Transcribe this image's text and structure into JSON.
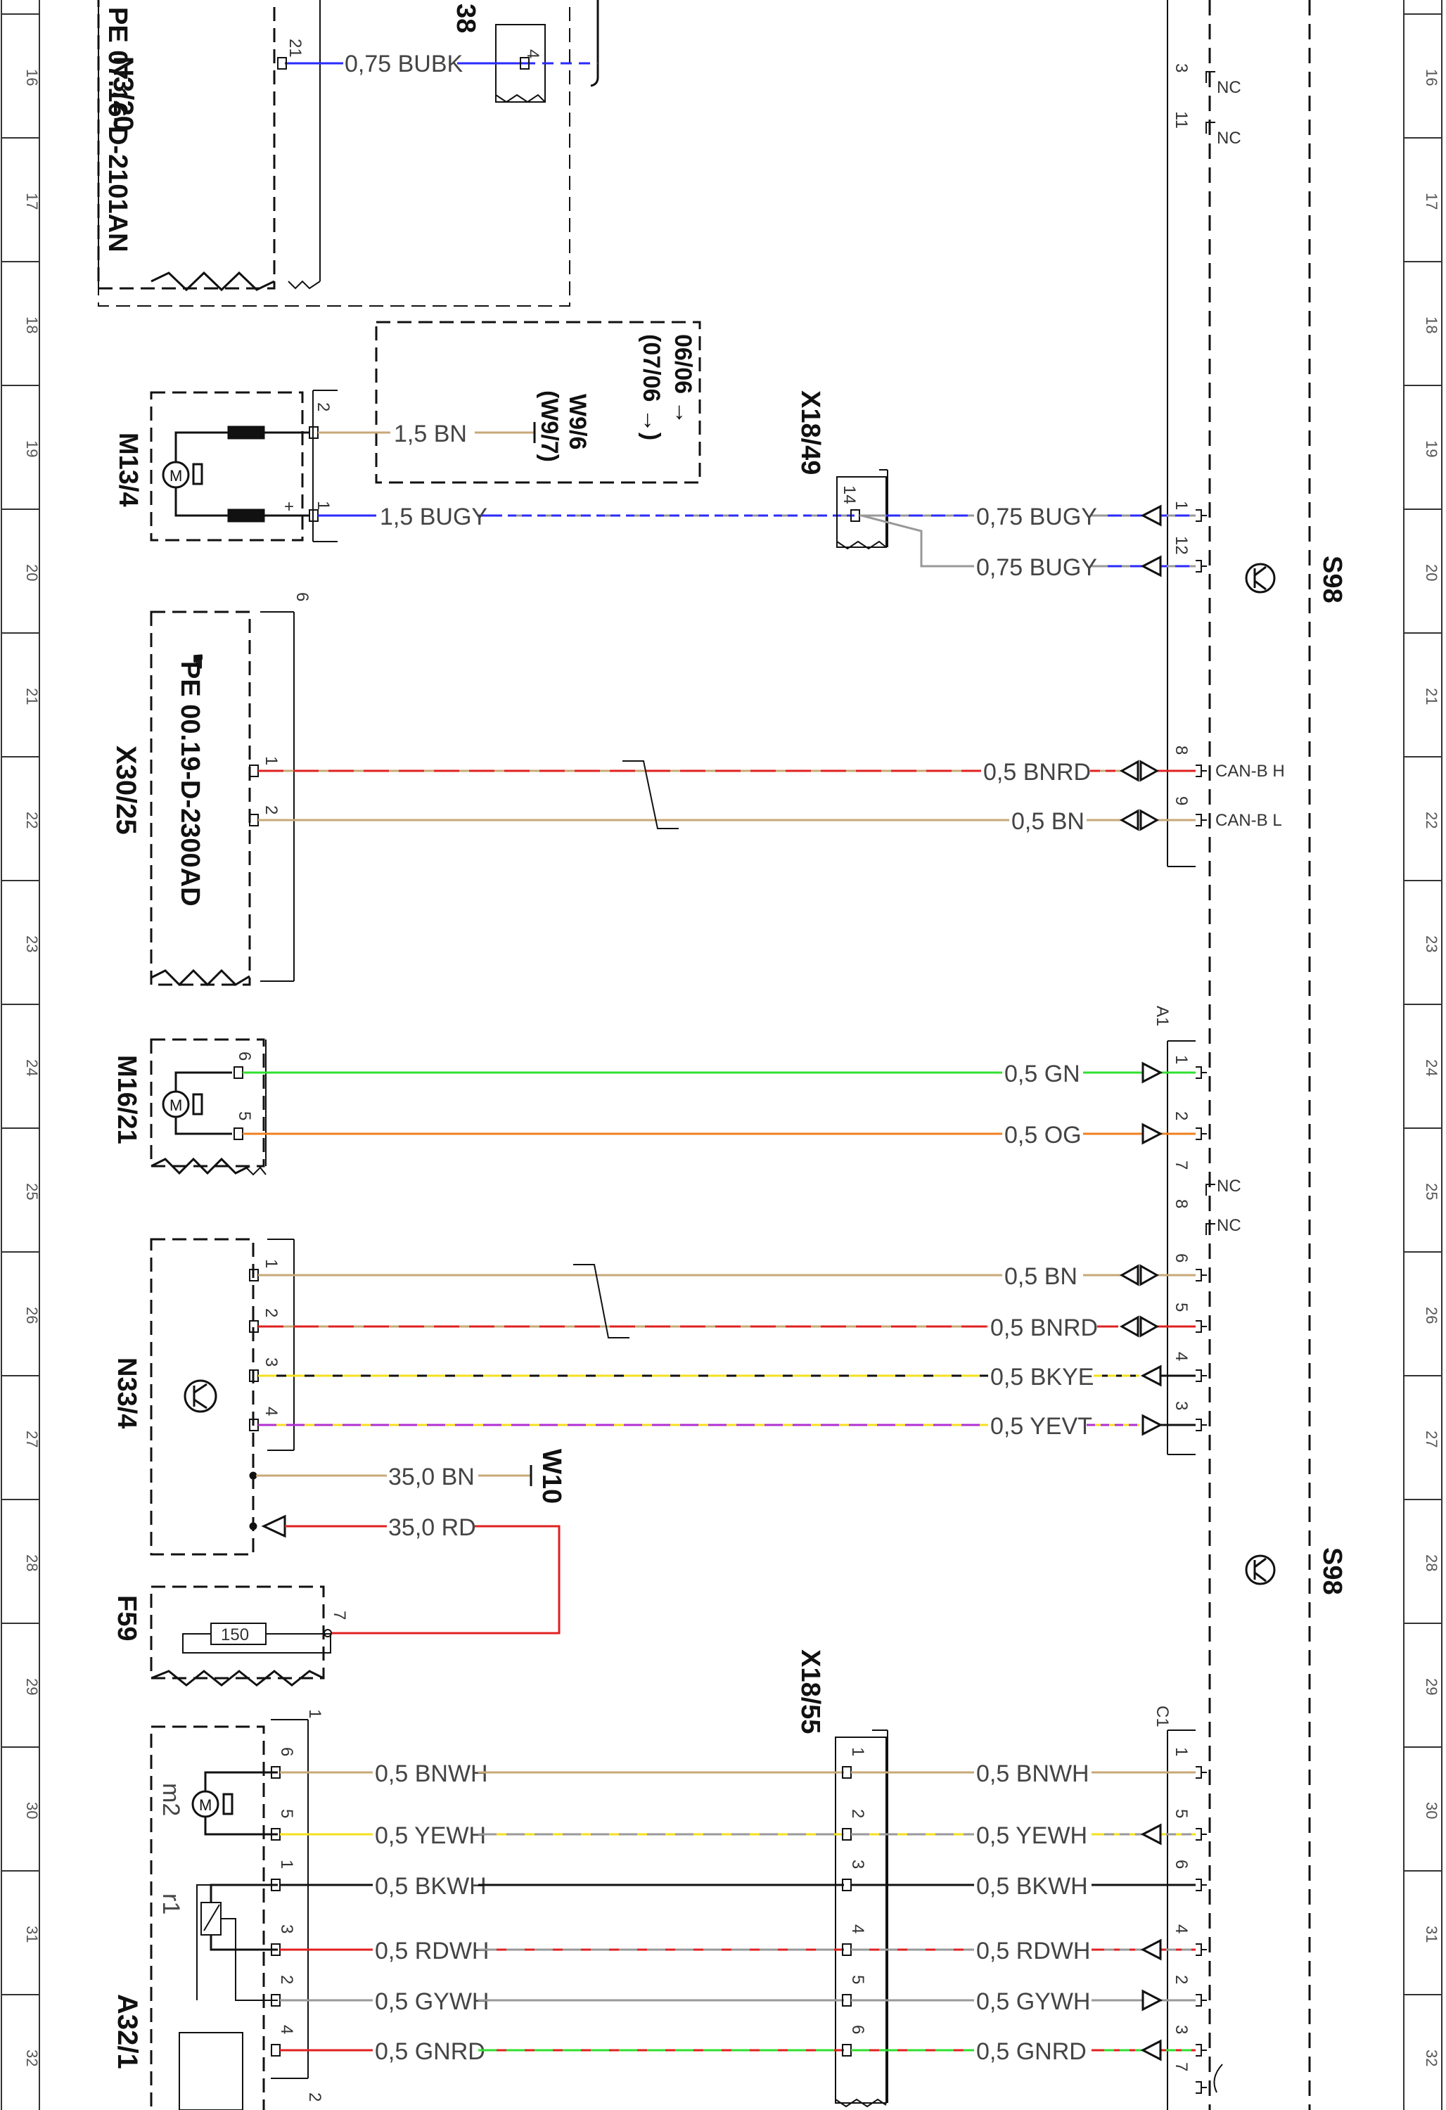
{
  "grid_numbers": [
    "16",
    "17",
    "18",
    "19",
    "20",
    "21",
    "22",
    "23",
    "24",
    "25",
    "26",
    "27",
    "28",
    "29",
    "30",
    "31",
    "32"
  ],
  "components": {
    "n3_20": {
      "id": "N3/20",
      "ref": "PE 07.16-D-2101AN"
    },
    "top_38": "38",
    "m13_4": "M13/4",
    "x30_25": {
      "id": "X30/25",
      "ref": "PE 00.19-D-2300AD",
      "note_num": "6"
    },
    "m16_21": "M16/21",
    "n33_4": "N33/4",
    "f59": {
      "id": "F59",
      "value": "150",
      "pin": "7"
    },
    "a32_1": {
      "id": "A32/1",
      "m2": "m2",
      "r1": "r1",
      "num": "1",
      "bottom_num": "2"
    },
    "x18_49": "X18/49",
    "x18_55": "X18/55",
    "w9": {
      "line1": "W9/6",
      "line2": "(W9/7)",
      "line3": "(07/06 →)",
      "line4": "06/06 →"
    },
    "w10": "W10",
    "s98_a": "S98",
    "s98_b": "S98",
    "a1": "A1",
    "c1": "C1"
  },
  "wires": {
    "bubk": "0,75 BUBK",
    "m13_bn": "1,5 BN",
    "m13_bugy": "1,5 BUGY",
    "bugy1": "0,75 BUGY",
    "bugy2": "0,75 BUGY",
    "can_h_wire": "0,5 BNRD",
    "can_l_wire": "0,5 BN",
    "gn": "0,5 GN",
    "og": "0,5 OG",
    "n33_bn": "0,5 BN",
    "n33_bnrd": "0,5 BNRD",
    "n33_bkye": "0,5 BKYE",
    "n33_yevt": "0,5 YEVT",
    "w10_bn": "35,0 BN",
    "rd35": "35,0 RD",
    "a32_l": [
      "0,5 BNWH",
      "0,5 YEWH",
      "0,5 BKWH",
      "0,5 RDWH",
      "0,5 GYWH",
      "0,5 GNRD"
    ],
    "a32_r": [
      "0,5 BNWH",
      "0,5 YEWH",
      "0,5 BKWH",
      "0,5 RDWH",
      "0,5 GYWH",
      "0,5 GNRD"
    ]
  },
  "pins": {
    "n3_21": "21",
    "top_4": "4",
    "s98_3": "3",
    "s98_11": "11",
    "nc": "NC",
    "m13_2": "2",
    "m13_1": "1",
    "m13_plus": "+",
    "x18_49_14": "14",
    "s98_1": "1",
    "s98_12": "12",
    "x30_1": "1",
    "x30_2": "2",
    "s98_8": "8",
    "s98_9": "9",
    "can_h": "CAN-B H",
    "can_l": "CAN-B L",
    "m16_6": "6",
    "m16_5": "5",
    "a1_1": "1",
    "a1_2": "2",
    "a1_7": "7",
    "a1_8": "8",
    "a1_6": "6",
    "a1_5": "5",
    "a1_4": "4",
    "a1_3": "3",
    "n33_1": "1",
    "n33_2": "2",
    "n33_3": "3",
    "n33_4": "4",
    "a32_left": [
      "6",
      "5",
      "1",
      "3",
      "2",
      "4"
    ],
    "x18_55": [
      "1",
      "2",
      "3",
      "4",
      "5",
      "6"
    ],
    "c1": [
      "1",
      "5",
      "6",
      "4",
      "2",
      "3",
      "7"
    ]
  }
}
